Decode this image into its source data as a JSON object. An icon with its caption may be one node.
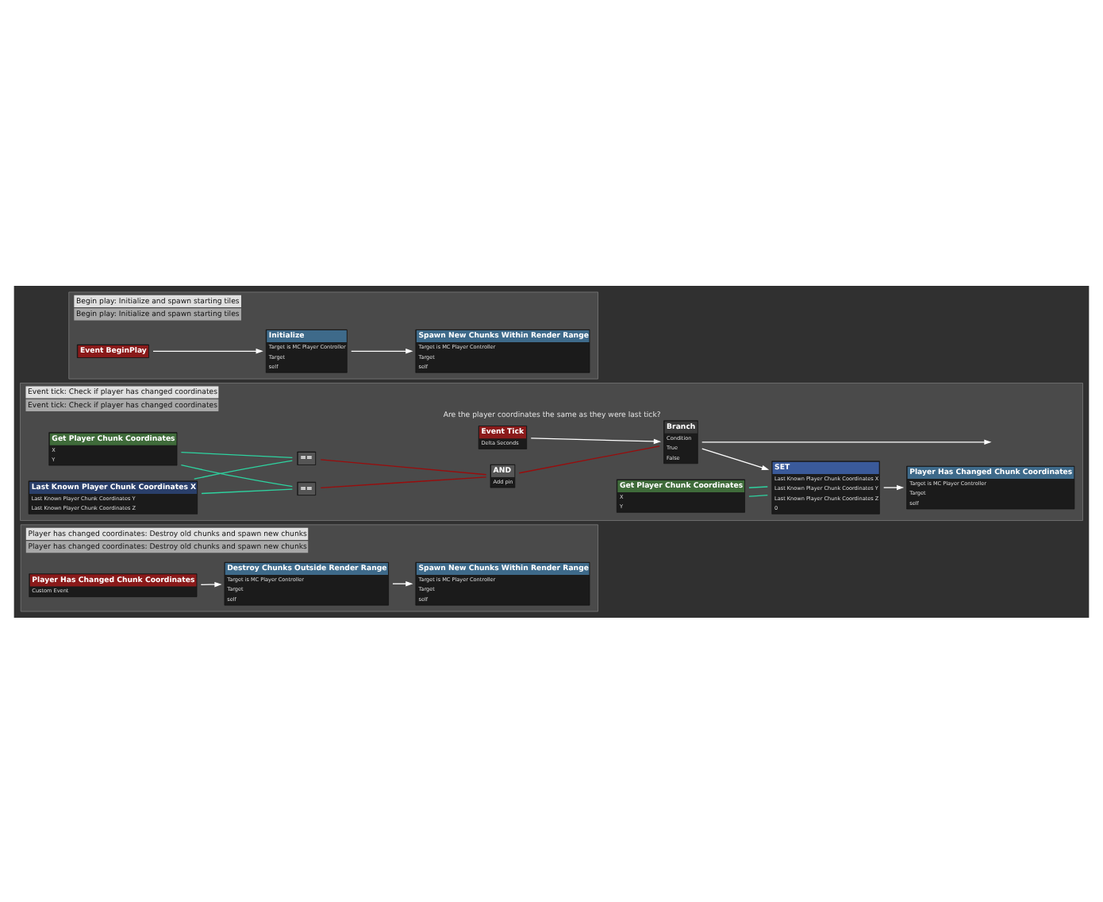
{
  "diagram": {
    "nodes": [
      {
        "text": [
          "Begin play: Initialize and spawn starting tiles",
          "Begin play: Initialize and spawn starting tiles"
        ]
      },
      {
        "text": [
          "Event BeginPlay"
        ],
        "in": 0
      },
      {
        "text": [
          "Initialize",
          "Target is MC Player Controller",
          "Target",
          "self"
        ],
        "in": 0
      },
      {
        "text": [
          "Spawn New Chunks Within Render Range",
          "Target is MC Player Controller",
          "Target",
          "self"
        ],
        "in": 0
      },
      {
        "text": [
          "Event tick: Check if player has changed coordinates",
          "Event tick: Check if player has changed coordinates"
        ]
      },
      {
        "text": [
          "Event Tick",
          "Delta Seconds"
        ],
        "in": 4
      },
      {
        "text": [
          "Branch",
          "Condition",
          "True",
          "False"
        ],
        "beside": [
          "Are the player coordinates the same as they were last tick?"
        ],
        "in": 4
      },
      {
        "text": [
          "Get Player Chunk Coordinates",
          "X",
          "Y"
        ],
        "in": 4
      },
      {
        "text": [
          "Last Known Player Chunk Coordinates X",
          "Last Known Player Chunk Coordinates Y",
          "Last Known Player Chunk Coordinates Z"
        ],
        "in": 4
      },
      {
        "text": [
          "=="
        ],
        "in": 4
      },
      {
        "text": [
          "=="
        ],
        "in": 4
      },
      {
        "text": [
          "AND",
          "Add pin"
        ],
        "in": 4
      },
      {
        "text": [
          "Get Player Chunk Coordinates",
          "X",
          "Y"
        ],
        "in": 4
      },
      {
        "text": [
          "SET",
          "Last Known Player Chunk Coordinates X",
          "Last Known Player Chunk Coordinates Y",
          "Last Known Player Chunk Coordinates Z",
          "0"
        ],
        "in": 4
      },
      {
        "text": [
          "Player Has Changed Chunk Coordinates",
          "Target is MC Player Controller",
          "Target",
          "self"
        ],
        "in": 4
      },
      {
        "text": [
          "Player has changed coordinates: Destroy old chunks and spawn new chunks",
          "Player has changed coordinates: Destroy old chunks and spawn new chunks"
        ]
      },
      {
        "text": [
          "Player Has Changed Chunk Coordinates",
          "Custom Event"
        ],
        "in": 15
      },
      {
        "text": [
          "Destroy Chunks Outside Render Range",
          "Target is MC Player Controller",
          "Target",
          "self"
        ],
        "in": 15
      },
      {
        "text": [
          "Spawn New Chunks Within Render Range",
          "Target is MC Player Controller",
          "Target",
          "self"
        ],
        "in": 15
      }
    ],
    "edges": [
      {
        "from": 1,
        "to": 2,
        "arrow": "to"
      },
      {
        "from": 2,
        "to": 3,
        "arrow": "to"
      },
      {
        "from": 5,
        "to": 6,
        "arrow": "to"
      },
      {
        "from": 6,
        "to": null,
        "arrow": "to"
      },
      {
        "from": 7,
        "to": 9,
        "arrow": "none",
        "color": "#2ed3a0"
      },
      {
        "from": 7,
        "to": 10,
        "arrow": "none",
        "color": "#2ed3a0"
      },
      {
        "from": 8,
        "to": 9,
        "arrow": "none",
        "color": "#2ed3a0"
      },
      {
        "from": 8,
        "to": 10,
        "arrow": "none",
        "color": "#2ed3a0"
      },
      {
        "from": 9,
        "to": 11,
        "arrow": "none",
        "color": "#9a0c0c"
      },
      {
        "from": 10,
        "to": 11,
        "arrow": "none",
        "color": "#9a0c0c"
      },
      {
        "from": 11,
        "to": 6,
        "arrow": "none",
        "color": "#9a0c0c"
      },
      {
        "from": 6,
        "to": 13,
        "arrow": "to"
      },
      {
        "from": 12,
        "to": 13,
        "arrow": "none",
        "color": "#2ed3a0"
      },
      {
        "from": 12,
        "to": 13,
        "arrow": "none",
        "color": "#2ed3a0"
      },
      {
        "from": 13,
        "to": 14,
        "arrow": "to"
      },
      {
        "from": 16,
        "to": 17,
        "arrow": "to"
      },
      {
        "from": 17,
        "to": 18,
        "arrow": "to"
      }
    ]
  }
}
